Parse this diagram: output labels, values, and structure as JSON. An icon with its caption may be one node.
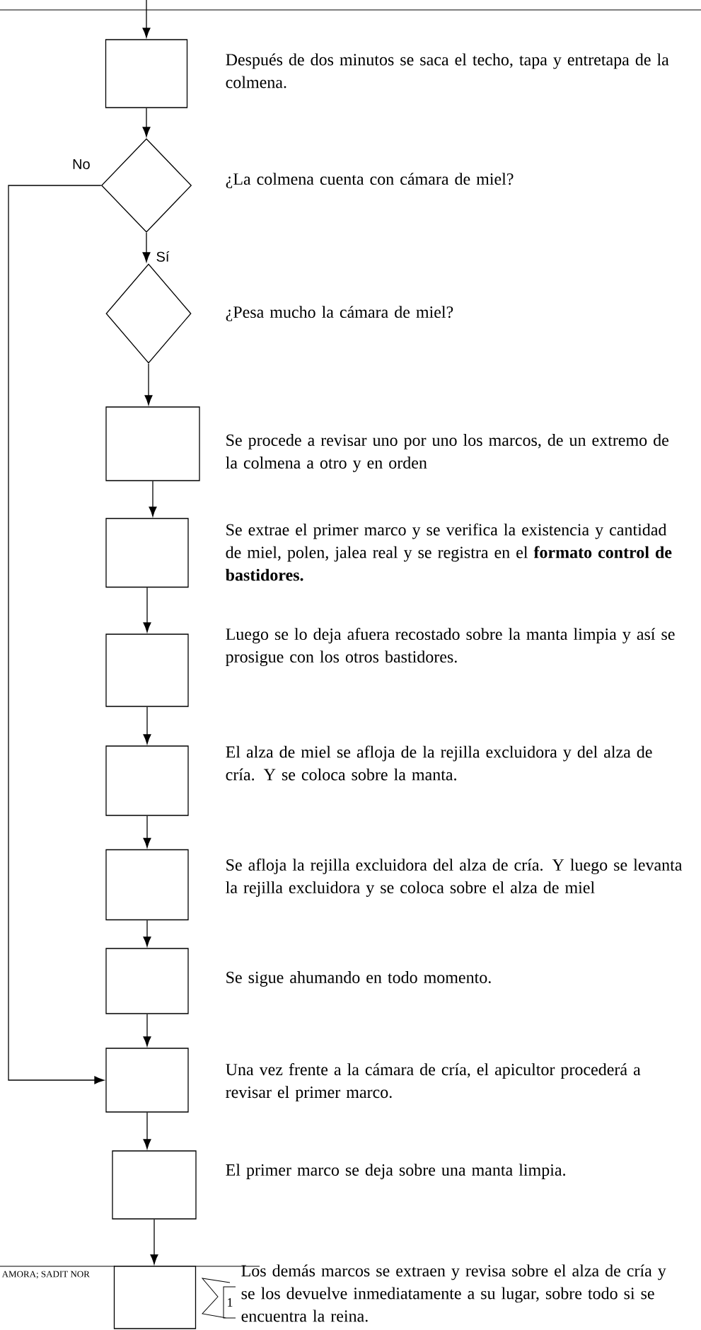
{
  "diagram": {
    "nodes": [
      {
        "text": [],
        "shape": "box",
        "beside": [
          "Después de dos minutos se saca el techo,  tapa y entretapa  de la colmena."
        ]
      },
      {
        "text": [],
        "shape": "diamond",
        "beside": [
          "¿La colmena cuenta con cámara de miel?"
        ]
      },
      {
        "text": [],
        "shape": "diamond",
        "beside": [
          "¿Pesa mucho la cámara de miel?"
        ]
      },
      {
        "text": [],
        "shape": "box",
        "beside": [
          "Se procede a revisar uno por uno los marcos, de un extremo de la colmena a otro  y en orden"
        ]
      },
      {
        "text": [],
        "shape": "box",
        "beside": [
          "Se extrae el primer marco y  se verifica la existencia y cantidad de  miel, polen, jalea real y se registra en el **formato control de  bastidores.**"
        ]
      },
      {
        "text": [],
        "shape": "box",
        "beside": [
          "Luego se lo deja afuera recostado sobre la manta limpia y así se prosigue con los otros bastidores."
        ]
      },
      {
        "text": [],
        "shape": "box",
        "beside": [
          "El alza de miel se afloja de la rejilla excluidora y del alza de cría. Y se coloca sobre la manta."
        ]
      },
      {
        "text": [],
        "shape": "box",
        "beside": [
          "Se afloja la rejilla excluidora del alza de cría. Y luego se levanta la rejilla excluidora y se coloca sobre el alza de miel"
        ]
      },
      {
        "text": [],
        "shape": "box",
        "beside": [
          "Se sigue ahumando en todo momento."
        ]
      },
      {
        "text": [],
        "shape": "box",
        "beside": [
          "Una vez frente a la cámara de cría, el apicultor procederá a revisar el primer marco."
        ]
      },
      {
        "text": [],
        "shape": "box",
        "beside": [
          "El primer marco se deja sobre una manta limpia."
        ]
      },
      {
        "text": [],
        "shape": "box",
        "beside": [
          "Los demás marcos se extraen y revisa sobre el alza de cría y se los devuelve inmediatamente a su lugar, sobre todo si se encuentra la reina."
        ]
      }
    ],
    "edges": [
      {
        "from": null,
        "to": 0,
        "arrow": "to"
      },
      {
        "from": 0,
        "to": 1,
        "arrow": "to"
      },
      {
        "from": 1,
        "to": 2,
        "arrow": "to",
        "label": "Sí"
      },
      {
        "from": 1,
        "to": 9,
        "arrow": "to",
        "label": "No"
      },
      {
        "from": 2,
        "to": 3,
        "arrow": "to"
      },
      {
        "from": 3,
        "to": 4,
        "arrow": "to"
      },
      {
        "from": 4,
        "to": 5,
        "arrow": "to"
      },
      {
        "from": 5,
        "to": 6,
        "arrow": "to"
      },
      {
        "from": 6,
        "to": 7,
        "arrow": "to"
      },
      {
        "from": 7,
        "to": 8,
        "arrow": "to"
      },
      {
        "from": 8,
        "to": 9,
        "arrow": "to"
      },
      {
        "from": 9,
        "to": 10,
        "arrow": "to"
      },
      {
        "from": 10,
        "to": 11,
        "arrow": "to"
      }
    ],
    "labels": [
      "AMORA; SADIT NOR",
      "1"
    ]
  }
}
